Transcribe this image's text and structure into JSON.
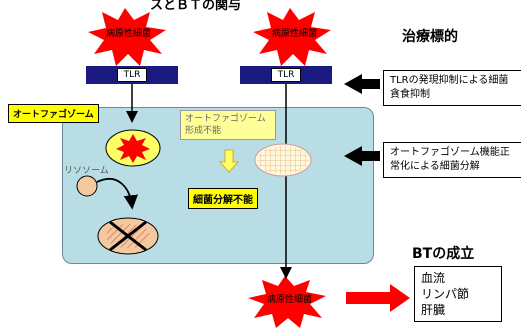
{
  "header": {
    "title": "スとＢＴの関与"
  },
  "pathogen_label": "病原性細菌",
  "tlr_label": "TLR",
  "autophagosome_label": "オートファゴゾーム",
  "lysosome_label": "リソソーム",
  "autophagosome_fail_note": "オートファゴゾーム形成不能",
  "degradation_fail_label": "細菌分解不能",
  "therapy_target_title": "治療標的",
  "therapy_box_1": "TLRの発現抑制による細菌貪食抑制",
  "therapy_box_2": "オートファゴゾーム機能正常化による細菌分解",
  "bt_title": "BTの成立",
  "bt_destinations": [
    "血流",
    "リンパ節",
    "肝臓"
  ],
  "colors": {
    "burst": "#ff0000",
    "tlr": "#1a1a80",
    "cell": "#b8dde4",
    "arrow_red": "#ff0000"
  }
}
